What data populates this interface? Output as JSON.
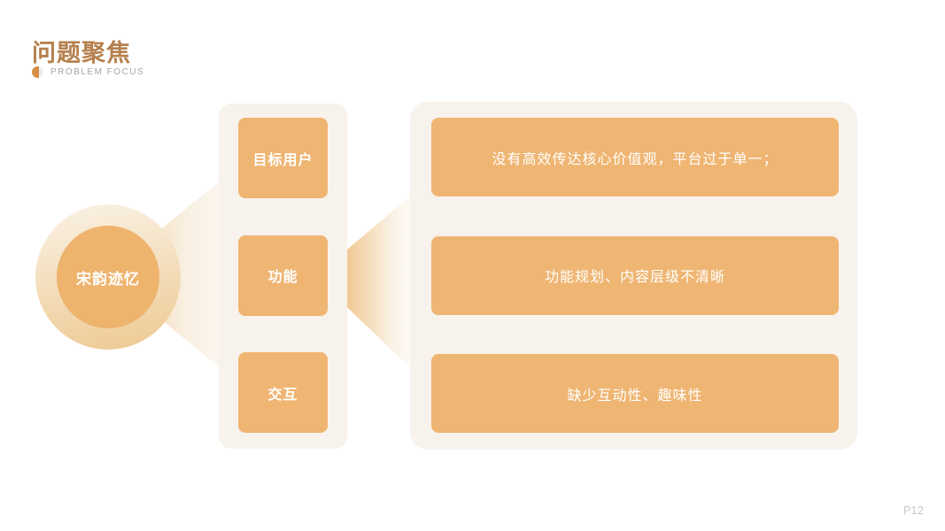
{
  "slide": {
    "title": "问题聚焦",
    "subtitle": "PROBLEM FOCUS",
    "page_number": "P12"
  },
  "source": {
    "label": "宋韵迹忆"
  },
  "categories": [
    {
      "label": "目标用户"
    },
    {
      "label": "功能"
    },
    {
      "label": "交互"
    }
  ],
  "problems": [
    {
      "text": "没有高效传达核心价值观，平台过于单一；"
    },
    {
      "text": "功能规划、内容层级不清晰"
    },
    {
      "text": "缺少互动性、趣味性"
    }
  ],
  "colors": {
    "accent_orange": "#efb572",
    "panel_cream": "#f8f2ec",
    "title_brown": "#b5804d",
    "subtitle_gray": "#a5a5a5",
    "page_number_gray": "#c8c8c8",
    "icon_orange": "#d68e43",
    "icon_gray": "#e9edf1",
    "cone_gradient_start": "#f1ca97",
    "circle_fill": "#eeb36d"
  }
}
